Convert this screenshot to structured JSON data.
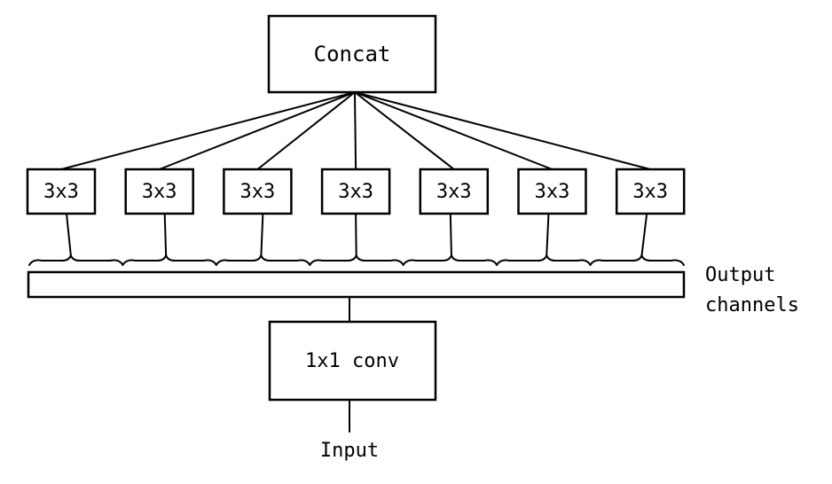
{
  "concat_label": "Concat",
  "branch_labels": [
    "3x3",
    "3x3",
    "3x3",
    "3x3",
    "3x3",
    "3x3",
    "3x3"
  ],
  "output_channels_label_line1": "Output",
  "output_channels_label_line2": "channels",
  "conv_label": "1x1 conv",
  "input_label": "Input"
}
